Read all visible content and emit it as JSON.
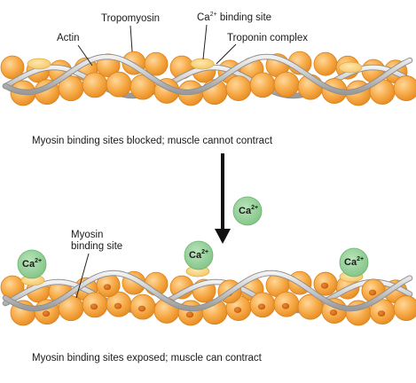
{
  "top_panel": {
    "labels": {
      "actin": "Actin",
      "tropomyosin": "Tropomyosin",
      "ca_binding_site_prefix": "Ca",
      "ca_binding_site_charge": "2+",
      "ca_binding_site_suffix": " binding site",
      "troponin_complex": "Troponin complex"
    },
    "caption": "Myosin binding sites blocked; muscle cannot contract"
  },
  "transition": {
    "ion_symbol": "Ca",
    "ion_charge": "2+"
  },
  "bottom_panel": {
    "labels": {
      "myosin_binding_site_line1": "Myosin",
      "myosin_binding_site_line2": "binding site"
    },
    "bound_ion_symbol": "Ca",
    "bound_ion_charge": "2+",
    "caption": "Myosin binding sites exposed; muscle can contract"
  },
  "colors": {
    "actin_fill": "#f5a43a",
    "actin_stroke": "#d9801c",
    "binding_site": "#d96d14",
    "tropomyosin": "#c9c9c9",
    "troponin": "#f9d27a",
    "calcium_ion": "#93cf95",
    "arrow": "#111111",
    "background": "#ffffff"
  }
}
